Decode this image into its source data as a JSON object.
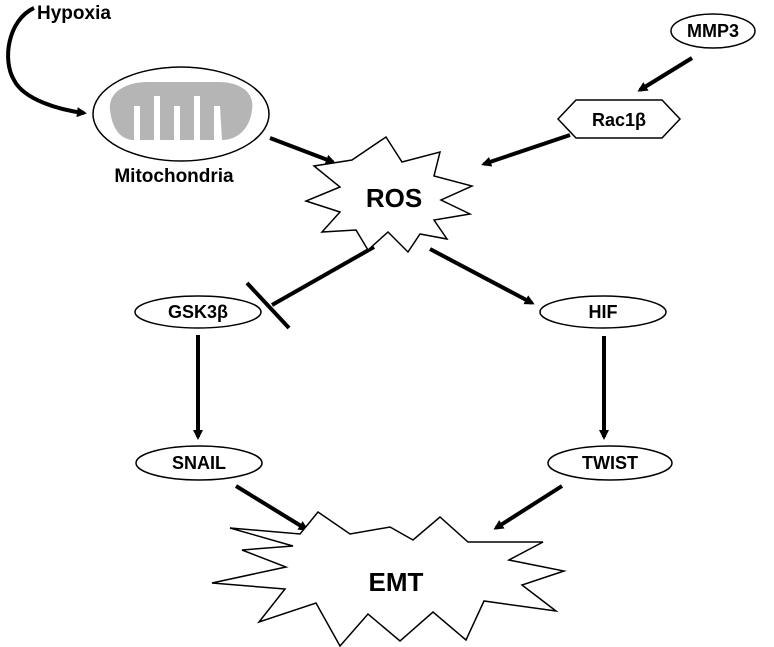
{
  "nodes": {
    "hypoxia": "Hypoxia",
    "mitochondria": "Mitochondria",
    "mmp3": "MMP3",
    "rac1b": "Rac1β",
    "ros": "ROS",
    "gsk3b": "GSK3β",
    "hif": "HIF",
    "snail": "SNAIL",
    "twist": "TWIST",
    "emt": "EMT"
  },
  "edges": [
    {
      "from": "hypoxia",
      "to": "mitochondria",
      "type": "activates"
    },
    {
      "from": "mitochondria",
      "to": "ros",
      "type": "activates"
    },
    {
      "from": "mmp3",
      "to": "rac1b",
      "type": "activates"
    },
    {
      "from": "rac1b",
      "to": "ros",
      "type": "activates"
    },
    {
      "from": "ros",
      "to": "gsk3b",
      "type": "inhibits"
    },
    {
      "from": "ros",
      "to": "hif",
      "type": "activates"
    },
    {
      "from": "gsk3b",
      "to": "snail",
      "type": "activates"
    },
    {
      "from": "hif",
      "to": "twist",
      "type": "activates"
    },
    {
      "from": "snail",
      "to": "emt",
      "type": "activates"
    },
    {
      "from": "twist",
      "to": "emt",
      "type": "activates"
    }
  ]
}
